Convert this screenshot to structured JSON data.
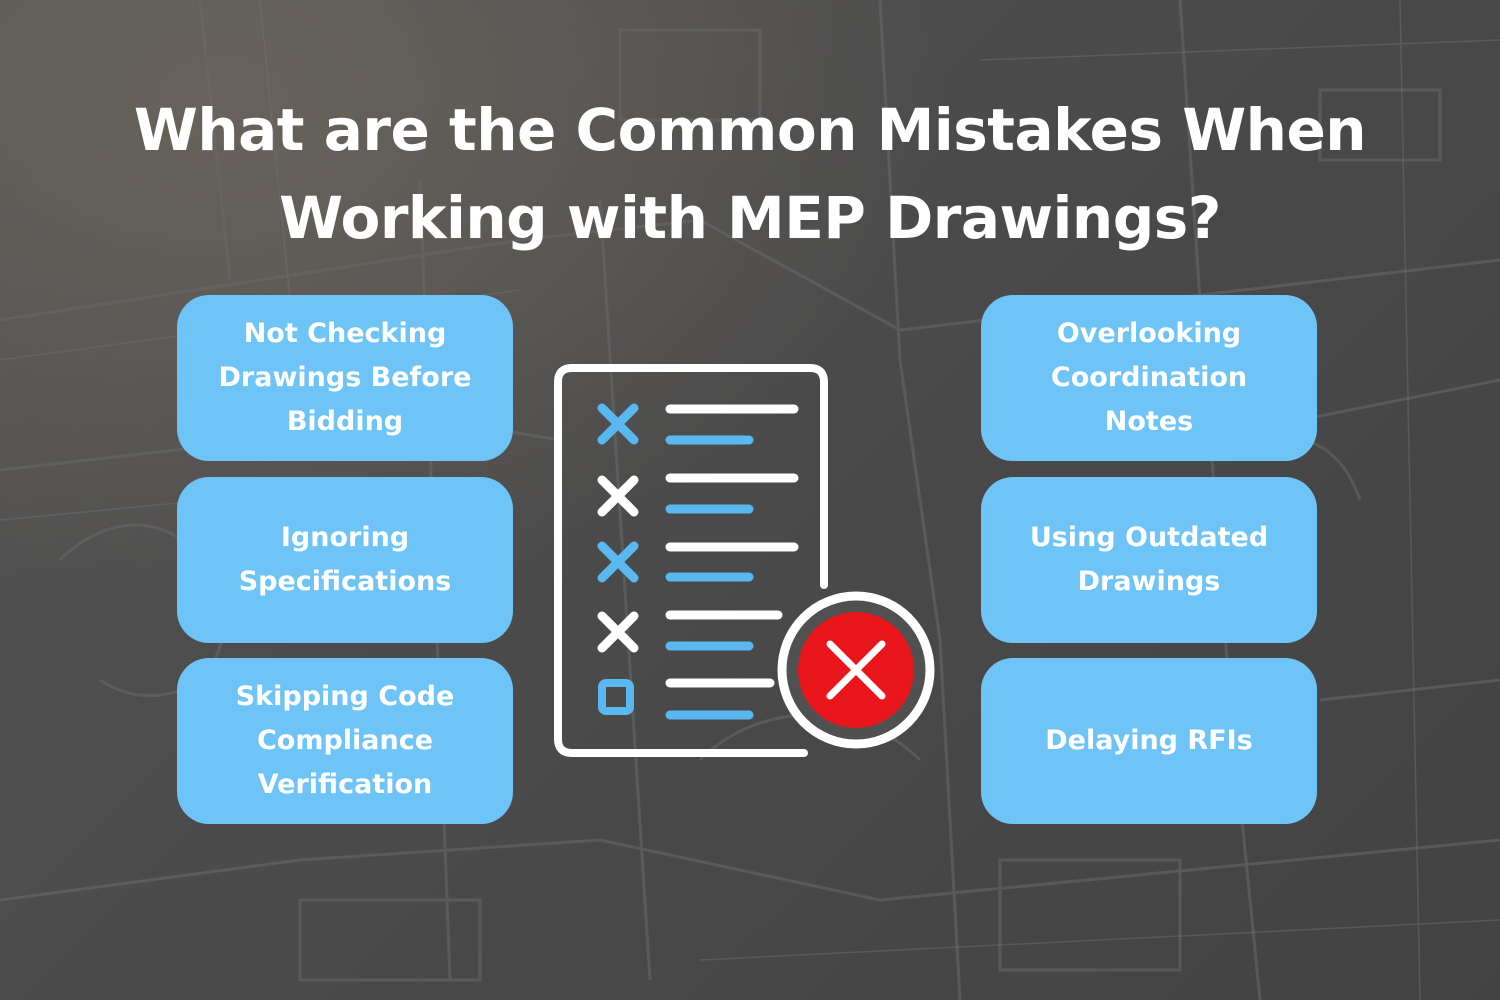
{
  "title": {
    "line1": "What are the Common Mistakes When",
    "line2": "Working with MEP Drawings?"
  },
  "left_cards": [
    {
      "lines": [
        "Not Checking",
        "Drawings Before",
        "Bidding"
      ]
    },
    {
      "lines": [
        "Ignoring",
        "Specifications"
      ]
    },
    {
      "lines": [
        "Skipping Code",
        "Compliance",
        "Verification"
      ]
    }
  ],
  "right_cards": [
    {
      "lines": [
        "Overlooking",
        "Coordination",
        "Notes"
      ]
    },
    {
      "lines": [
        "Using Outdated",
        "Drawings"
      ]
    },
    {
      "lines": [
        "Delaying RFIs"
      ]
    }
  ],
  "colors": {
    "card": "#6ec4f7",
    "accent_blue": "#5ab8f0",
    "error_red": "#e8161b",
    "text": "#ffffff"
  },
  "icons": {
    "center": "checklist-with-error-icon",
    "error": "red-x-circle-icon"
  }
}
